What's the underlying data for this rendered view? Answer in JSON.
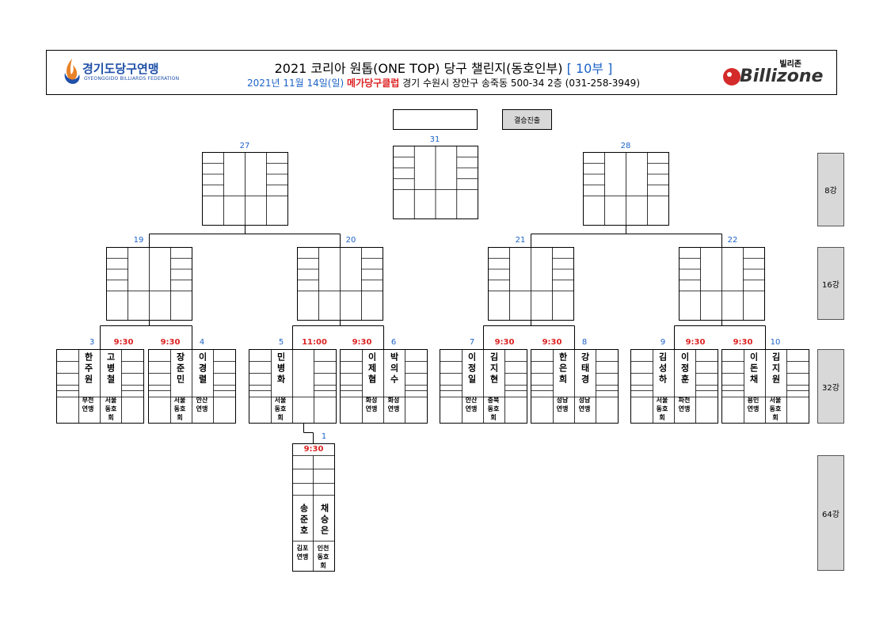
{
  "header": {
    "org_name": "경기도당구연맹",
    "org_name_en": "GYEONGGIDO BILLIARDS FEDERATION",
    "title": "2021 코리아 원톱(ONE TOP) 당구 챌린지(동호인부)",
    "division": "[ 10부 ]",
    "date": "2021년 11월 14일(일)",
    "venue": "메가당구클럽",
    "address": "경기 수원시 장안구 송죽동 500-34 2층 (031-258-3949)",
    "sponsor_kr": "빌리존",
    "sponsor_en": "Billizone"
  },
  "final_label": "결승진출",
  "rounds": {
    "r8": "8강",
    "r16": "16강",
    "r32": "32강",
    "r64": "64강"
  },
  "match_numbers": {
    "m1": "1",
    "m3": "3",
    "m4": "4",
    "m5": "5",
    "m6": "6",
    "m7": "7",
    "m8": "8",
    "m9": "9",
    "m10": "10",
    "m19": "19",
    "m20": "20",
    "m21": "21",
    "m22": "22",
    "m27": "27",
    "m28": "28",
    "m31": "31"
  },
  "times": {
    "m1": "9:30",
    "m3": "9:30",
    "m4": "9:30",
    "m5": "11:00",
    "m6": "9:30",
    "m7": "9:30",
    "m8": "9:30",
    "m9": "9:30",
    "m10": "9:30"
  },
  "players": {
    "p3a": {
      "name": "한주원",
      "club": "부천연맹"
    },
    "p3b": {
      "name": "고병철",
      "club": "서울동호회"
    },
    "p4a": {
      "name": "장준민",
      "club": "서울동호회"
    },
    "p4b": {
      "name": "이경렬",
      "club": "안산연맹"
    },
    "p5a": {
      "name": "민병화",
      "club": "서울동호회"
    },
    "p6a": {
      "name": "이제혐",
      "club": "화성연맹"
    },
    "p6b": {
      "name": "박의수",
      "club": "화성연맹"
    },
    "p7a": {
      "name": "이정일",
      "club": "안산연맹"
    },
    "p7b": {
      "name": "김지현",
      "club": "충북동호회"
    },
    "p8a": {
      "name": "한은희",
      "club": "성남연맹"
    },
    "p8b": {
      "name": "강태경",
      "club": "성남연맹"
    },
    "p9a": {
      "name": "김성하",
      "club": "서울동호회"
    },
    "p9b": {
      "name": "이정훈",
      "club": "파천연맹"
    },
    "p10a": {
      "name": "이돈채",
      "club": "용인연맹"
    },
    "p10b": {
      "name": "김지원",
      "club": "서울동호회"
    },
    "p1a": {
      "name": "송준호",
      "club": "김포연맹"
    },
    "p1b": {
      "name": "채승은",
      "club": "인천동호회"
    }
  },
  "colors": {
    "blue": "#1b62c7",
    "red": "#dd2222",
    "gray": "#d8d8d8"
  }
}
